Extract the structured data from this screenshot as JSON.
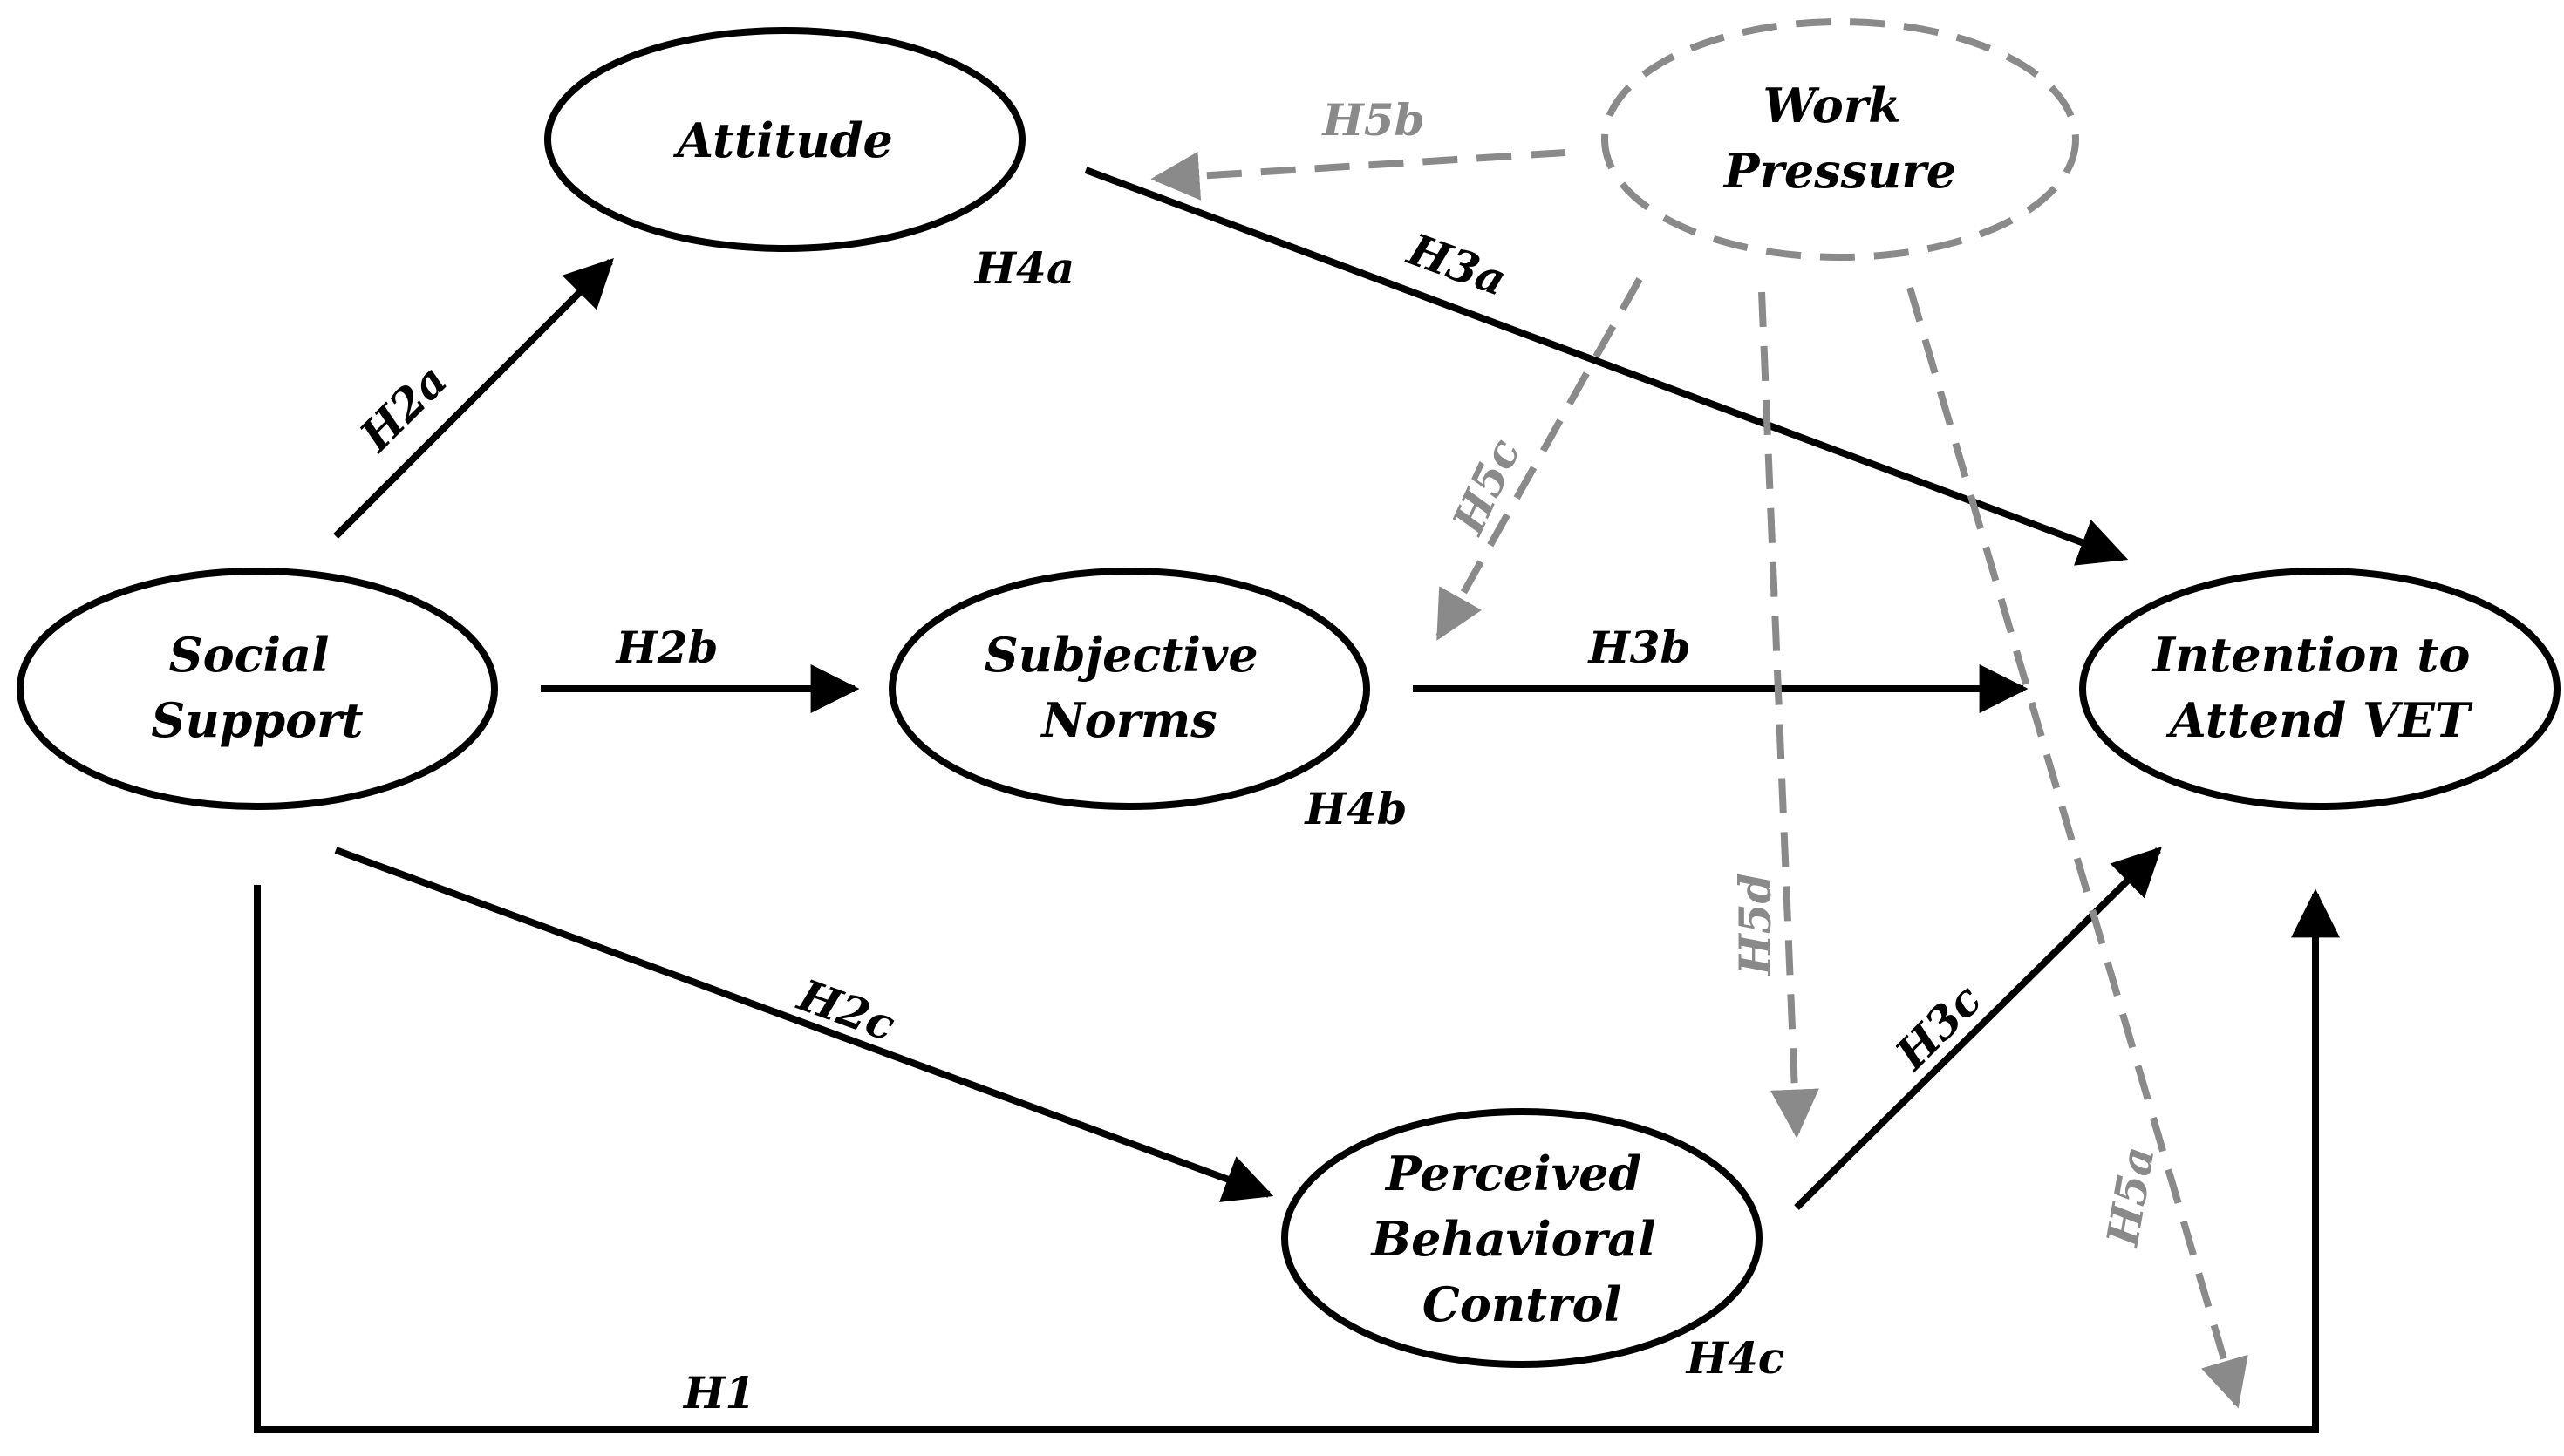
{
  "colors": {
    "solid": "#000000",
    "dashed": "#8a8a8a",
    "background": "#ffffff"
  },
  "nodes": {
    "attitude": {
      "lines": [
        "Attitude"
      ]
    },
    "work_pressure": {
      "lines": [
        "Work",
        "Pressure"
      ]
    },
    "social_support": {
      "lines": [
        "Social",
        "Support"
      ]
    },
    "subjective_norms": {
      "lines": [
        "Subjective",
        "Norms"
      ]
    },
    "intention": {
      "lines": [
        "Intention to",
        "Attend VET"
      ]
    },
    "pbc": {
      "lines": [
        "Perceived",
        "Behavioral",
        "Control"
      ]
    }
  },
  "labels": {
    "h1": "H1",
    "h2a": "H2a",
    "h2b": "H2b",
    "h2c": "H2c",
    "h3a": "H3a",
    "h3b": "H3b",
    "h3c": "H3c",
    "h4a": "H4a",
    "h4b": "H4b",
    "h4c": "H4c",
    "h5a": "H5a",
    "h5b": "H5b",
    "h5c": "H5c",
    "h5d": "H5d"
  }
}
